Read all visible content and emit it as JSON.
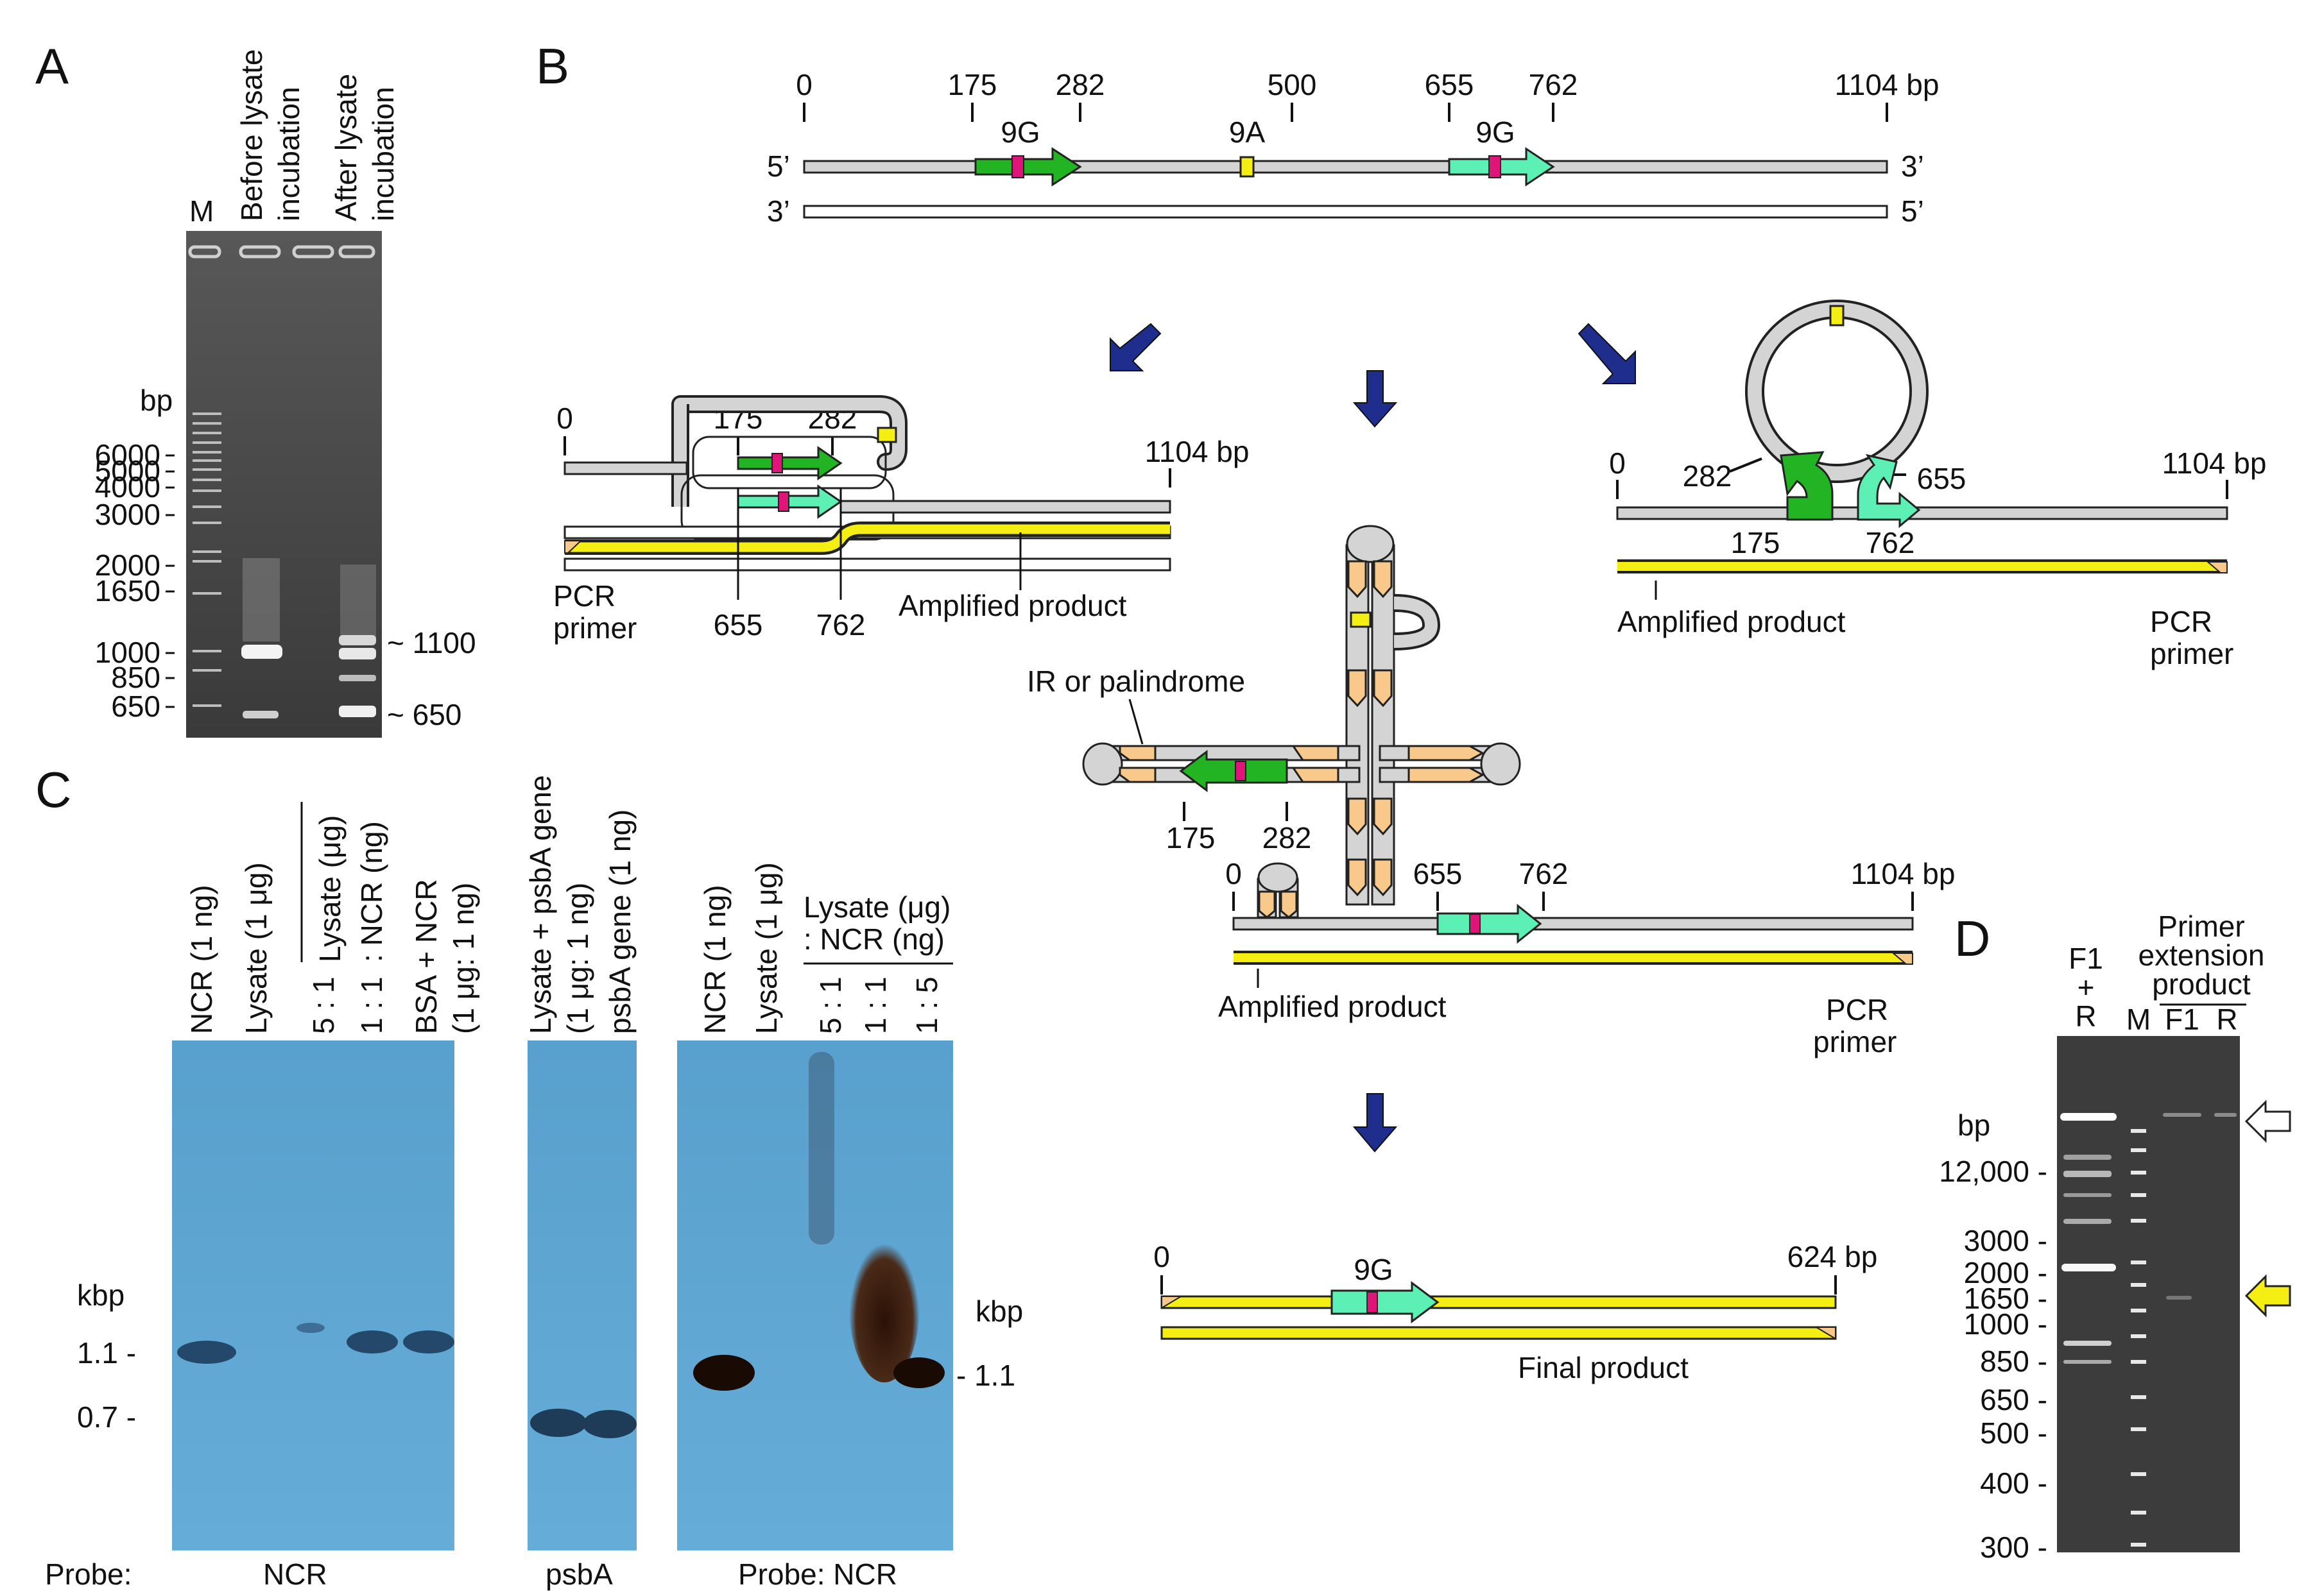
{
  "panels": {
    "a": "A",
    "b": "B",
    "c": "C",
    "d": "D"
  },
  "panel_a": {
    "lanes": [
      "M",
      "Before lysate",
      "incubation",
      "After lysate",
      "incubation"
    ],
    "unit": "bp",
    "ladder": [
      "6000",
      "5000",
      "4000",
      "3000",
      "2000",
      "1650",
      "1000",
      "850",
      "650"
    ],
    "bands": [
      "~ 1100",
      "~ 650"
    ]
  },
  "panel_b": {
    "top": {
      "positions": [
        "0",
        "175",
        "282",
        "500",
        "655",
        "762",
        "1104 bp"
      ],
      "strand_ends": [
        "5’",
        "3’",
        "3’",
        "5’"
      ],
      "features": [
        "9G",
        "9A",
        "9G"
      ]
    },
    "left": {
      "positions": [
        "0",
        "175",
        "282",
        "1104 bp",
        "655",
        "762"
      ],
      "pcr_primer": [
        "PCR",
        "primer"
      ],
      "amplified": "Amplified product"
    },
    "right": {
      "positions": [
        "0",
        "282",
        "655",
        "1104 bp",
        "175",
        "762"
      ],
      "amplified": "Amplified product",
      "pcr_primer": [
        "PCR",
        "primer"
      ]
    },
    "center": {
      "ir_label": "IR or palindrome",
      "positions": [
        "175",
        "282",
        "0",
        "655",
        "762",
        "1104 bp"
      ],
      "amplified": "Amplified product",
      "pcr_primer": [
        "PCR",
        "primer"
      ]
    },
    "final": {
      "positions": [
        "0",
        "624 bp"
      ],
      "feature": "9G",
      "label": "Final product"
    }
  },
  "panel_c": {
    "blot1": {
      "lanes": [
        "NCR (1 ng)",
        "Lysate (1 μg)",
        "5 : 1",
        "1 : 1",
        "BSA + NCR",
        "(1 μg: 1 ng)"
      ],
      "group": [
        "Lysate (μg)",
        ": NCR (ng)"
      ],
      "unit": "kbp",
      "markers": [
        "1.1 -",
        "0.7 -"
      ],
      "probe_prefix": "Probe:",
      "probe": "NCR"
    },
    "blot2": {
      "lanes": [
        "Lysate + psbA gene",
        "(1 μg: 1 ng)",
        "psbA gene (1 ng)"
      ],
      "probe": "psbA"
    },
    "blot3": {
      "lanes": [
        "NCR (1 ng)",
        "Lysate (1 μg)",
        "5 : 1",
        "1 : 1",
        "1 : 5"
      ],
      "group": [
        "Lysate (μg)",
        ": NCR (ng)"
      ],
      "unit": "kbp",
      "marker": "- 1.1",
      "probe": "Probe: NCR"
    }
  },
  "panel_d": {
    "lanes": [
      "F1",
      "+",
      "R",
      "M",
      "F1",
      "R"
    ],
    "header": [
      "Primer",
      "extension",
      "product"
    ],
    "unit": "bp",
    "ladder": [
      "12,000 -",
      "3000 -",
      "2000 -",
      "1650 -",
      "1000 -",
      "850 -",
      "650 -",
      "500 -",
      "400 -",
      "300 -"
    ]
  },
  "colors": {
    "green": "#22b422",
    "mint": "#5cf0b4",
    "magenta": "#e0157a",
    "yellow": "#f5ee12",
    "arrow": "#1f2d8c",
    "hairpin": "#f8c98a",
    "strand": "#d4d4d4",
    "blot": "#6aaed9"
  }
}
